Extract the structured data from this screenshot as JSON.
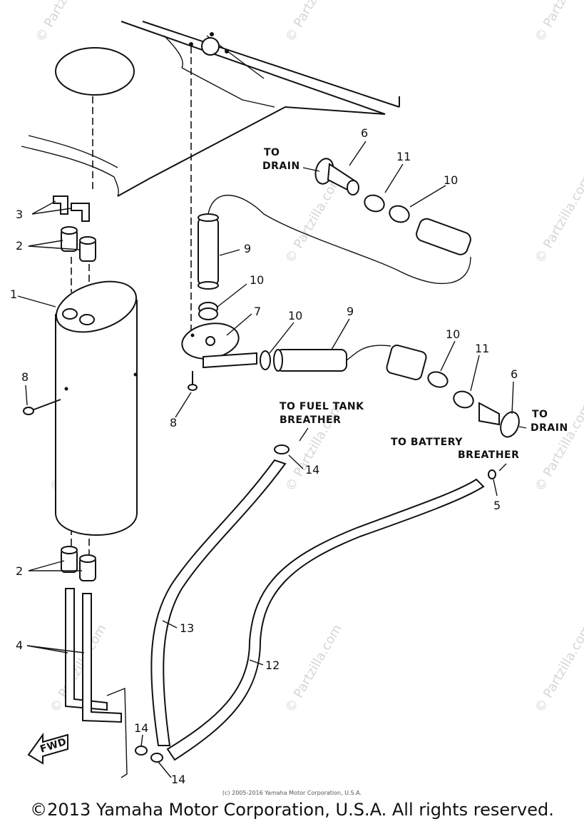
{
  "watermark": "© Partzilla.com",
  "part_labels": {
    "p1": "1",
    "p2a": "2",
    "p2b": "2",
    "p3": "3",
    "p4": "4",
    "p5": "5",
    "p6a": "6",
    "p6b": "6",
    "p7": "7",
    "p8a": "8",
    "p8b": "8",
    "p9a": "9",
    "p9b": "9",
    "p10a": "10",
    "p10b": "10",
    "p10c": "10",
    "p10d": "10",
    "p11a": "11",
    "p11b": "11",
    "p12": "12",
    "p13": "13",
    "p14a": "14",
    "p14b": "14",
    "p14c": "14"
  },
  "notes": {
    "to_drain_top_1": "TO",
    "to_drain_top_2": "DRAIN",
    "to_drain_right_1": "TO",
    "to_drain_right_2": "DRAIN",
    "fuel_tank_1": "TO FUEL TANK",
    "fuel_tank_2": "BREATHER",
    "battery_1": "TO BATTERY",
    "battery_2": "BREATHER",
    "fwd": "FWD"
  },
  "footer": {
    "small": "(c) 2005-2016 Yamaha Motor Corporation, U.S.A.",
    "main": "©2013 Yamaha Motor Corporation, U.S.A. All rights reserved."
  }
}
